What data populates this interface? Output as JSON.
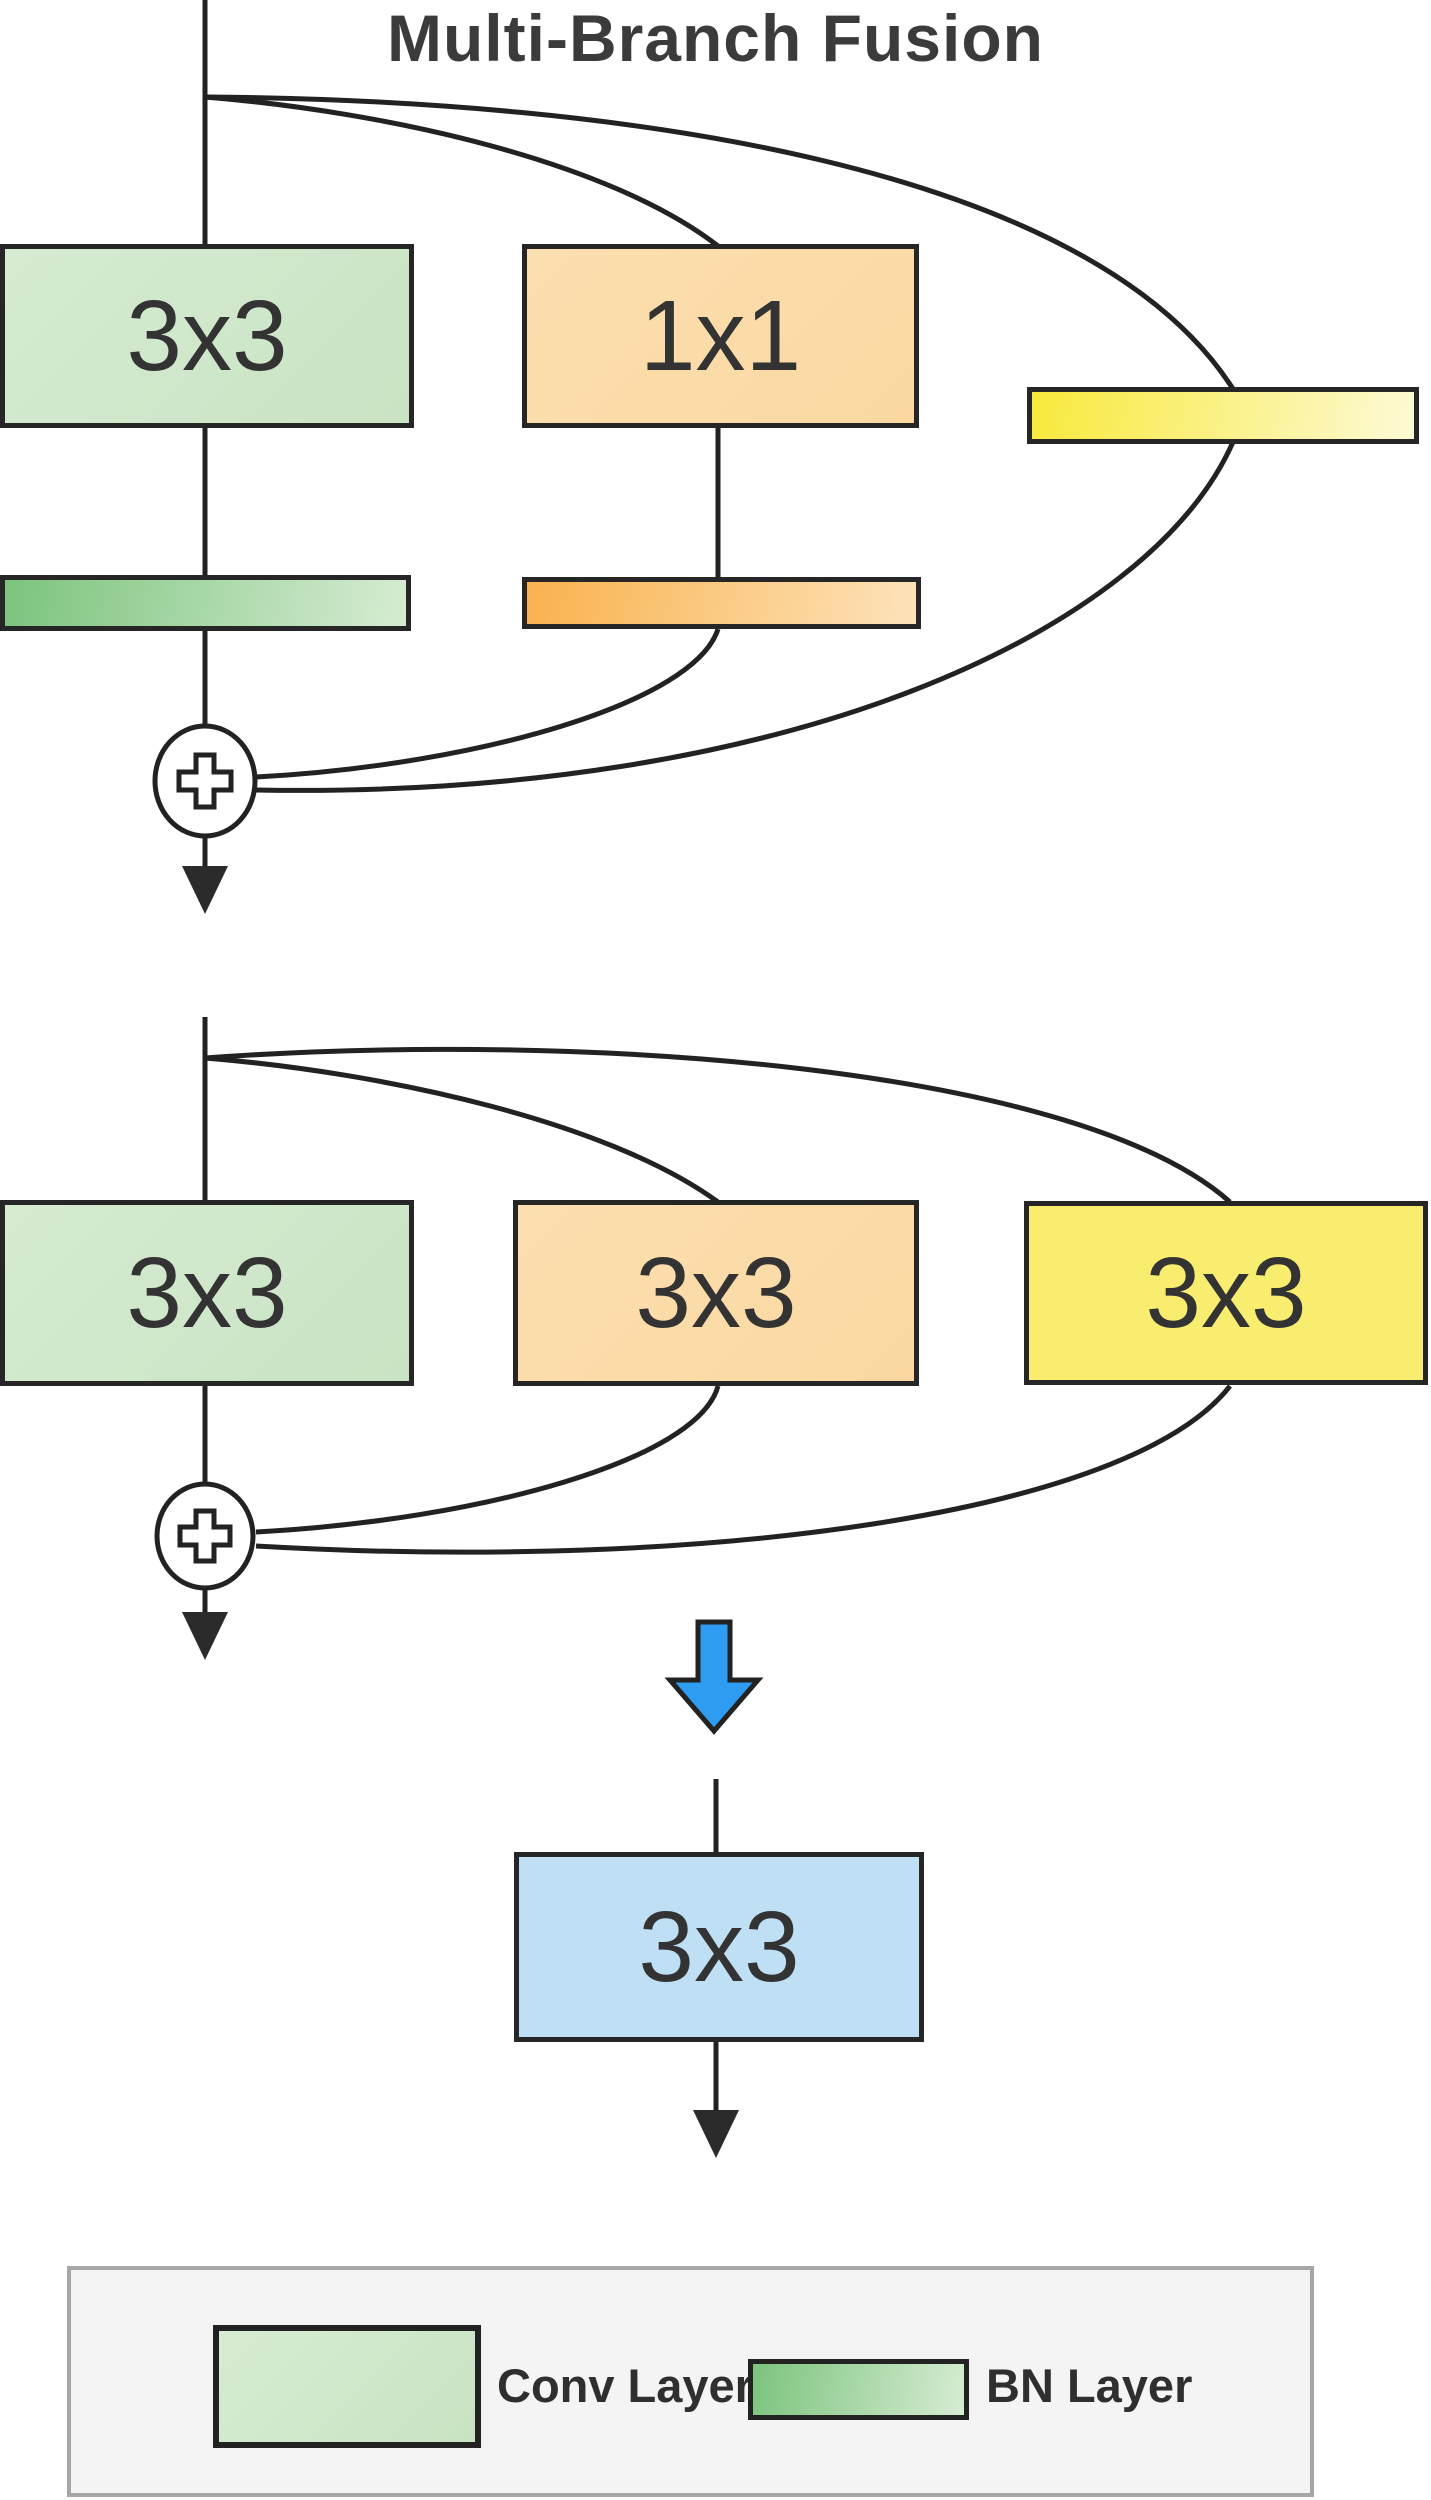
{
  "diagram": {
    "title": "Multi-Branch Fusion",
    "training_block": {
      "conv3x3_label": "3x3",
      "conv1x1_label": "1x1",
      "plus_symbol": "+"
    },
    "reparam_block": {
      "conv_green_label": "3x3",
      "conv_orange_label": "3x3",
      "conv_yellow_label": "3x3",
      "plus_symbol": "+"
    },
    "fused_block": {
      "conv_label": "3x3"
    },
    "legend": {
      "conv_label": "Conv Layer",
      "bn_label": "BN Layer"
    },
    "colors": {
      "conv_green": "#cfe6ca",
      "conv_orange": "#fbdcaa",
      "conv_yellow": "#f9ed6f",
      "conv_blue": "#bfdff4",
      "bn_green_start": "#7cc47e",
      "bn_green_end": "#d6ecd2",
      "bn_orange_start": "#f9b24e",
      "bn_orange_end": "#fde3ba",
      "bn_yellow_start": "#f8e93b",
      "bn_yellow_end": "#fdfad6",
      "big_arrow_blue": "#2e9cf0",
      "line": "#222222",
      "legend_background": "#f4f4f4"
    }
  }
}
